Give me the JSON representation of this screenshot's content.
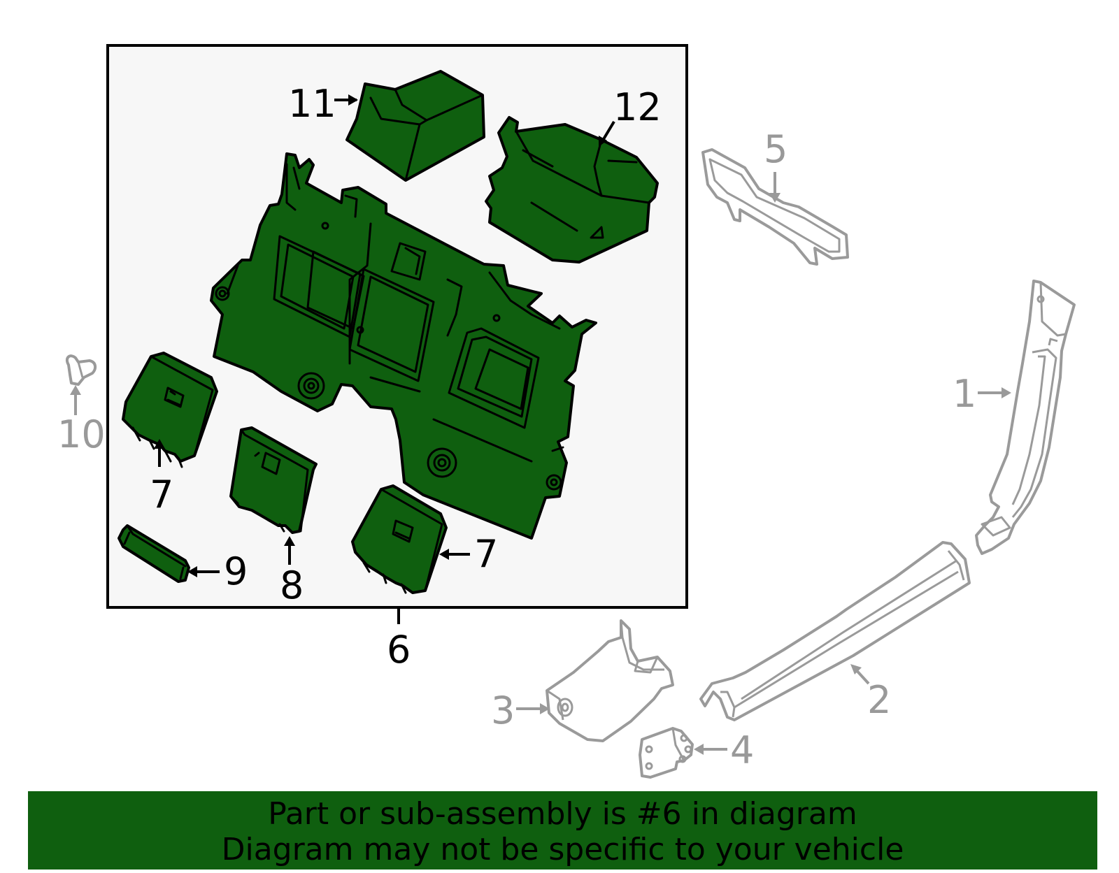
{
  "colors": {
    "highlight_part": "#0f5f0f",
    "banner_background": "#0f5f0f",
    "inactive_part": "#9a9a9a",
    "box_background": "#f7f7f7"
  },
  "callouts": {
    "c1": "1",
    "c2": "2",
    "c3": "3",
    "c4": "4",
    "c5": "5",
    "c6": "6",
    "c7a": "7",
    "c7b": "7",
    "c8": "8",
    "c9": "9",
    "c10": "10",
    "c11": "11",
    "c12": "12"
  },
  "banner": {
    "line1": "Part or sub-assembly is #6 in diagram",
    "line2": "Diagram may not be specific to your vehicle"
  }
}
